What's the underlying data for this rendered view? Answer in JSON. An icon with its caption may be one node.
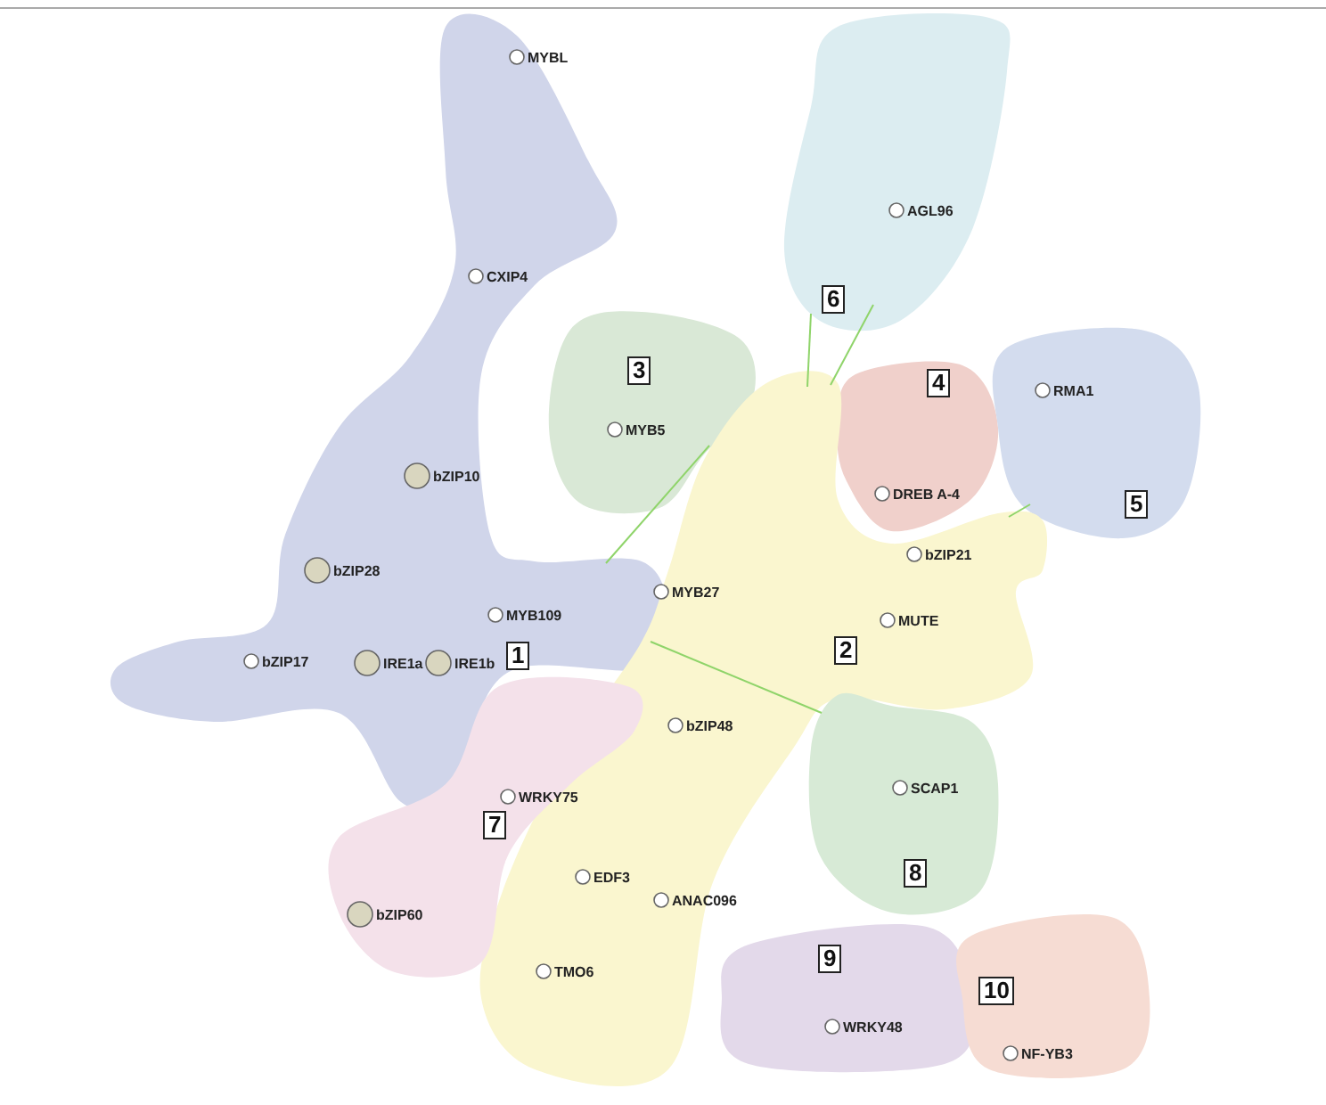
{
  "diagram": {
    "nodes": [
      {
        "text": [
          "1"
        ]
      },
      {
        "text": [
          "MYBL"
        ],
        "in": 0
      },
      {
        "text": [
          "CXIP4"
        ],
        "in": 0
      },
      {
        "text": [
          "bZIP10"
        ],
        "in": 0
      },
      {
        "text": [
          "bZIP28"
        ],
        "in": 0
      },
      {
        "text": [
          "MYB109"
        ],
        "in": 0
      },
      {
        "text": [
          "bZIP17"
        ],
        "in": 0
      },
      {
        "text": [
          "IRE1a"
        ],
        "in": 0
      },
      {
        "text": [
          "IRE1b"
        ],
        "in": 0
      },
      {
        "text": [
          "6"
        ]
      },
      {
        "text": [
          "AGL96"
        ],
        "in": 9
      },
      {
        "text": [
          "3"
        ]
      },
      {
        "text": [
          "MYB5"
        ],
        "in": 11
      },
      {
        "text": [
          "4"
        ]
      },
      {
        "text": [
          "DREB A-4"
        ],
        "in": 13
      },
      {
        "text": [
          "5"
        ]
      },
      {
        "text": [
          "RMA1"
        ],
        "in": 15
      },
      {
        "text": [
          "2"
        ]
      },
      {
        "text": [
          "MYB27"
        ],
        "in": 17
      },
      {
        "text": [
          "bZIP21"
        ],
        "in": 17
      },
      {
        "text": [
          "MUTE"
        ],
        "in": 17
      },
      {
        "text": [
          "bZIP48"
        ],
        "in": 17
      },
      {
        "text": [
          "EDF3"
        ],
        "in": 17
      },
      {
        "text": [
          "ANAC096"
        ],
        "in": 17
      },
      {
        "text": [
          "TMO6"
        ],
        "in": 17
      },
      {
        "text": [
          "7"
        ]
      },
      {
        "text": [
          "WRKY75"
        ],
        "in": 25
      },
      {
        "text": [
          "bZIP60"
        ],
        "in": 25
      },
      {
        "text": [
          "8"
        ]
      },
      {
        "text": [
          "SCAP1"
        ],
        "in": 28
      },
      {
        "text": [
          "9"
        ]
      },
      {
        "text": [
          "WRKY48"
        ],
        "in": 30
      },
      {
        "text": [
          "10"
        ]
      },
      {
        "text": [
          "NF-YB3"
        ],
        "in": 32
      }
    ],
    "edges": [
      {
        "from": 9,
        "to": 17,
        "arrow": "none",
        "color": "#8fd46a"
      },
      {
        "from": 9,
        "to": 17,
        "arrow": "none",
        "color": "#8fd46a"
      },
      {
        "from": 15,
        "to": 17,
        "arrow": "none",
        "color": "#8fd46a"
      },
      {
        "from": 0,
        "to": 11,
        "arrow": "none",
        "color": "#8fd46a"
      },
      {
        "from": 0,
        "to": 28,
        "arrow": "none",
        "color": "#8fd46a"
      }
    ]
  }
}
